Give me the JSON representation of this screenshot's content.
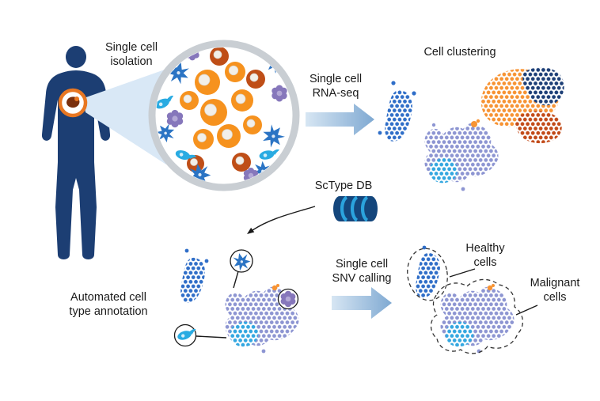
{
  "labels": {
    "isolation": "Single cell\nisolation",
    "rnaseq": "Single cell\nRNA-seq",
    "clustering": "Cell clustering",
    "sctype": "ScType DB",
    "annotation": "Automated cell\ntype annotation",
    "snv": "Single cell\nSNV calling",
    "healthy": "Healthy\ncells",
    "malignant": "Malignant\ncells"
  },
  "colors": {
    "body": "#1c3e73",
    "organ_ring": "#e87722",
    "organ_fill": "#7a300e",
    "cone": "#d9e8f6",
    "circle_ring": "#c9ced3",
    "cell_orange": "#f6921e",
    "cell_dark_orange": "#bf4e17",
    "cell_nucleus": "#f2efe9",
    "cell_blue": "#2b74c4",
    "cell_purple": "#8677bb",
    "cell_purple_center": "#b3a8d6",
    "cell_lightblue": "#29abe2",
    "dots_blue": "#2f6ec8",
    "dots_lightblue": "#33a7e0",
    "dots_purple": "#8d95d2",
    "dots_orange": "#f79333",
    "dots_navy": "#1d3f77",
    "dots_red": "#c24a18",
    "arrow_light": "#d7e6f3",
    "arrow_dark": "#7fa9d2",
    "db_body": "#14467c",
    "db_stripe": "#2ba3dd",
    "line": "#1a1a1a",
    "outline": "#333333"
  }
}
